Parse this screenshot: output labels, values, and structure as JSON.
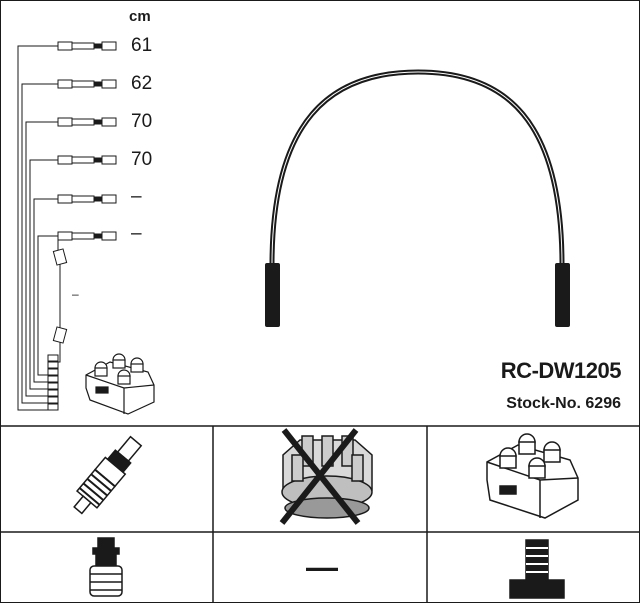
{
  "unit_label": "cm",
  "lead_lengths": [
    "61",
    "62",
    "70",
    "70",
    "–",
    "–"
  ],
  "coil_lead_length": "–",
  "model": "RC-DW1205",
  "stock": "Stock-No. 6296",
  "components": {
    "spark_plug_icon": "spark-plug-icon",
    "distributor_cap_icon": "distributor-cap-crossed-icon",
    "ignition_coil_icon": "ignition-coil-icon",
    "plug_boot_icon": "plug-boot-icon",
    "none_marker": "—",
    "coil_boot_icon": "coil-boot-icon"
  }
}
